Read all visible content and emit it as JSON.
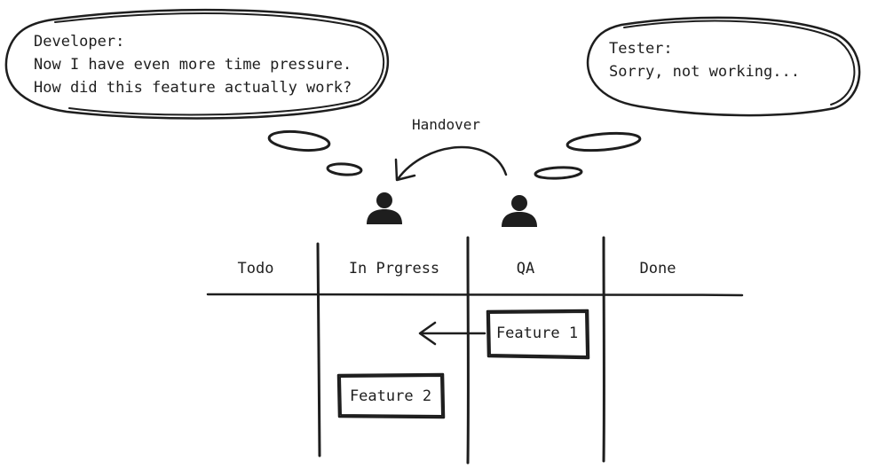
{
  "bubbles": {
    "developer": {
      "lines": [
        "Developer:",
        "Now I have even more time pressure.",
        "How did this feature actually work?"
      ]
    },
    "tester": {
      "lines": [
        "Tester:",
        "Sorry, not working..."
      ]
    }
  },
  "handover_label": "Handover",
  "board": {
    "columns": [
      "Todo",
      "In Prgress",
      "QA",
      "Done"
    ]
  },
  "cards": {
    "feature1": "Feature 1",
    "feature2": "Feature 2"
  },
  "icons": {
    "developer": "person-icon",
    "tester": "person-icon"
  },
  "colors": {
    "ink": "#1e1e1e",
    "background": "#ffffff"
  }
}
